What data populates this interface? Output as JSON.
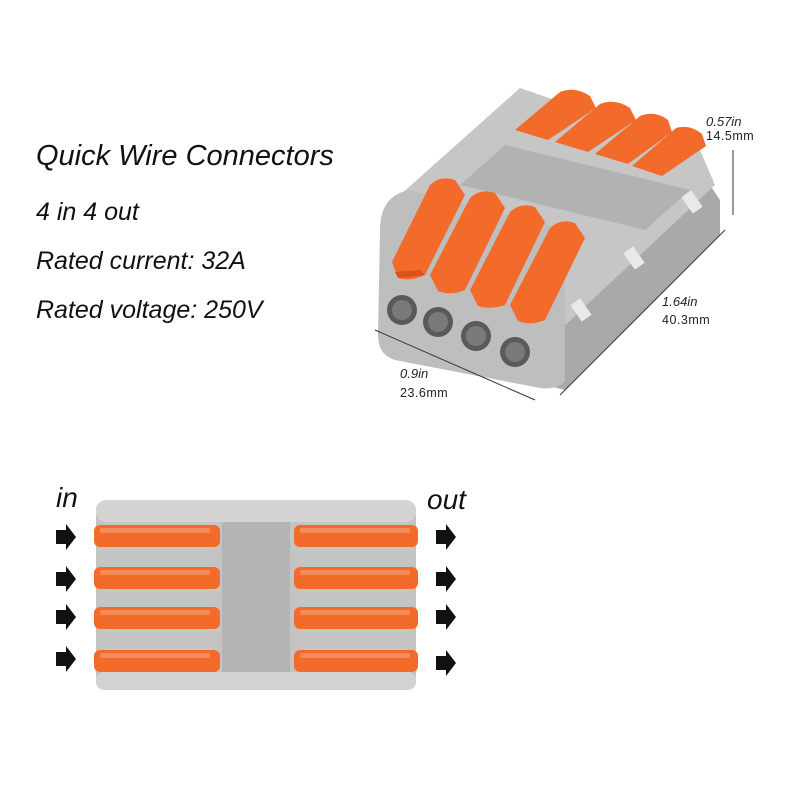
{
  "specs": {
    "title": "Quick Wire Connectors",
    "line1": "4 in 4 out",
    "line2": "Rated current: 32A",
    "line3": "Rated voltage: 250V"
  },
  "dimensions": {
    "height_in": "0.57in",
    "height_mm": "14.5mm",
    "length_in": "1.64in",
    "length_mm": "40.3mm",
    "width_in": "0.9in",
    "width_mm": "23.6mm"
  },
  "flow": {
    "in_label": "in",
    "out_label": "out"
  },
  "colors": {
    "housing": "#bdbdbd",
    "housing_dark": "#9e9e9e",
    "lever": "#f26b2a",
    "lever_dark": "#d9531a",
    "arrow": "#111111"
  }
}
